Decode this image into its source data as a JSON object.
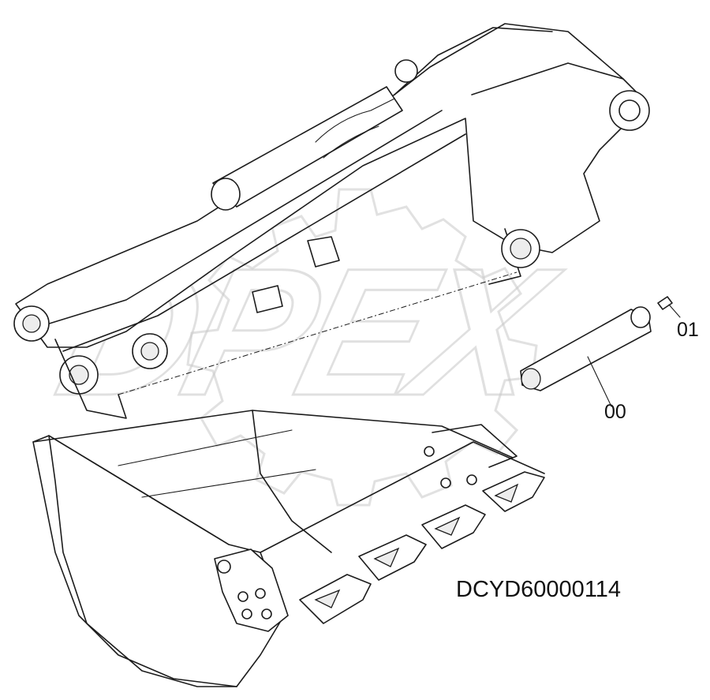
{
  "callouts": {
    "pin_label": "00",
    "fitting_label": "01"
  },
  "drawing_code": "DCYD60000114",
  "watermark_text": "DPEX",
  "colors": {
    "line": "#1c1c1c",
    "watermark": "#c8c8c8",
    "background": "#ffffff"
  }
}
